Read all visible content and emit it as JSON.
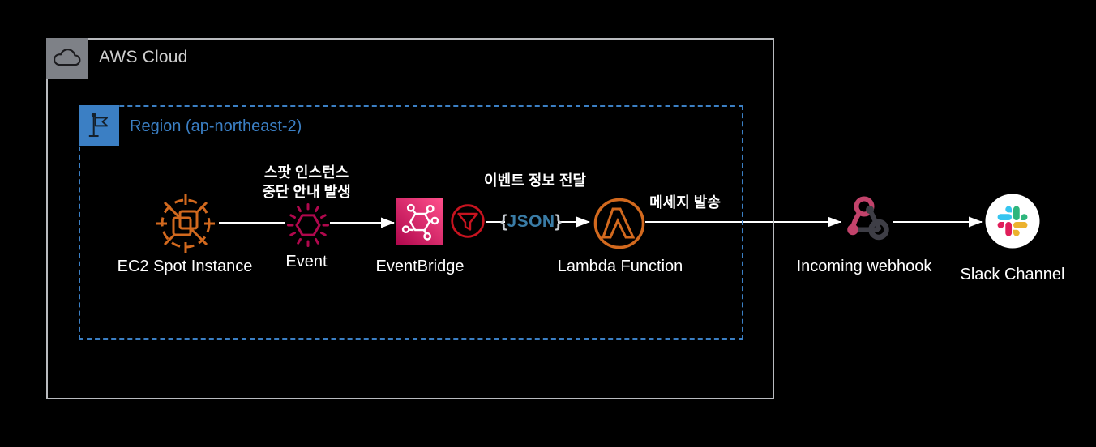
{
  "aws_cloud": {
    "label": "AWS Cloud"
  },
  "region": {
    "label": "Region (ap-northeast-2)"
  },
  "nodes": {
    "ec2_spot": {
      "label": "EC2 Spot Instance"
    },
    "event": {
      "label": "Event"
    },
    "eventbridge": {
      "label": "EventBridge"
    },
    "lambda": {
      "label": "Lambda Function"
    },
    "webhook": {
      "label": "Incoming webhook"
    },
    "slack": {
      "label": "Slack Channel"
    }
  },
  "annotations": {
    "spot_interruption_line1": "스팟 인스턴스",
    "spot_interruption_line2": "중단 안내 발생",
    "event_info_transfer": "이벤트 정보 전달",
    "message_send": "메세지 발송"
  },
  "json_badge": {
    "open_brace": "{",
    "label": "JSON",
    "close_brace": "}"
  },
  "icons": {
    "aws-cloud-icon": "cloud outline on gray square",
    "region-flag-icon": "flag on blue square",
    "ec2-spot-instance-icon": "dashed target circle with two overlapping squares",
    "event-icon": "hexagon starburst",
    "eventbridge-icon": "white hexagon network on pink gradient square",
    "filter-icon": "funnel in red circle",
    "lambda-icon": "lambda in orange circle",
    "webhook-icon": "webhook triple node",
    "slack-icon": "slack pinwheel in white circle"
  },
  "colors": {
    "background": "#000000",
    "aws_box_border": "#B9BBBF",
    "aws_badge_bg": "#7E8187",
    "region_blue": "#3B7FC4",
    "compute_orange": "#D2691E",
    "event_crimson": "#B0084D",
    "eventbridge_gradient_start": "#B0084D",
    "eventbridge_gradient_end": "#FF4F8B",
    "filter_red": "#C7131F",
    "webhook_pink": "#C2436B",
    "webhook_dark": "#3E3E46",
    "arrow_white": "#FFFFFF",
    "json_blue": "#3A7CA6",
    "slack_blue": "#36C5F0",
    "slack_green": "#2EB67D",
    "slack_red": "#E01E5A",
    "slack_yellow": "#ECB22E"
  }
}
